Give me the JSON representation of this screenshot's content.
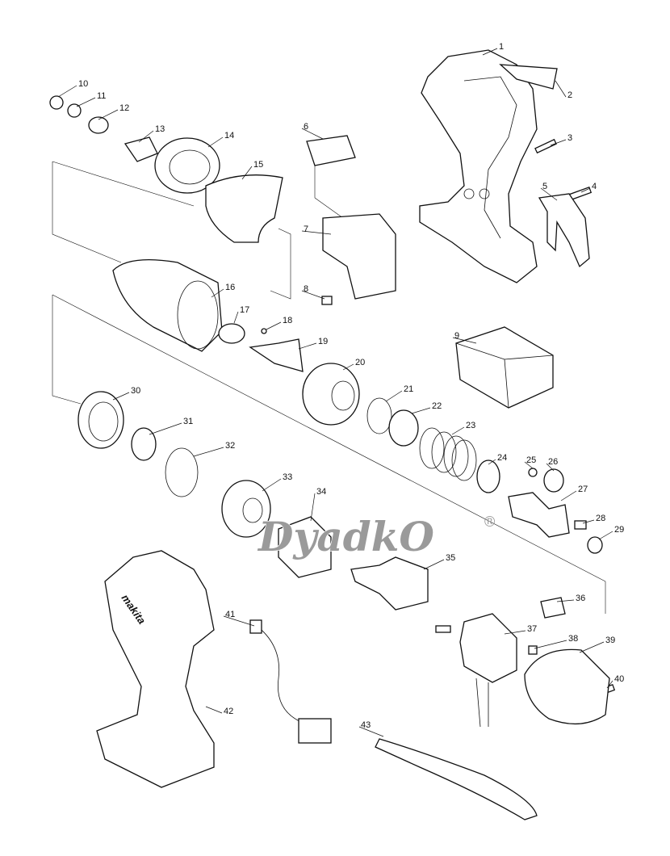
{
  "diagram": {
    "part_numbers": [
      "1",
      "2",
      "3",
      "4",
      "5",
      "6",
      "7",
      "8",
      "9",
      "10",
      "11",
      "12",
      "13",
      "14",
      "15",
      "16",
      "17",
      "18",
      "19",
      "20",
      "21",
      "22",
      "23",
      "24",
      "25",
      "26",
      "27",
      "28",
      "29",
      "30",
      "31",
      "32",
      "33",
      "34",
      "35",
      "36",
      "37",
      "38",
      "39",
      "40",
      "41",
      "42",
      "43"
    ],
    "housing_brand_text": "makita"
  },
  "watermark": {
    "text": "DyadkO",
    "registered": "®"
  }
}
